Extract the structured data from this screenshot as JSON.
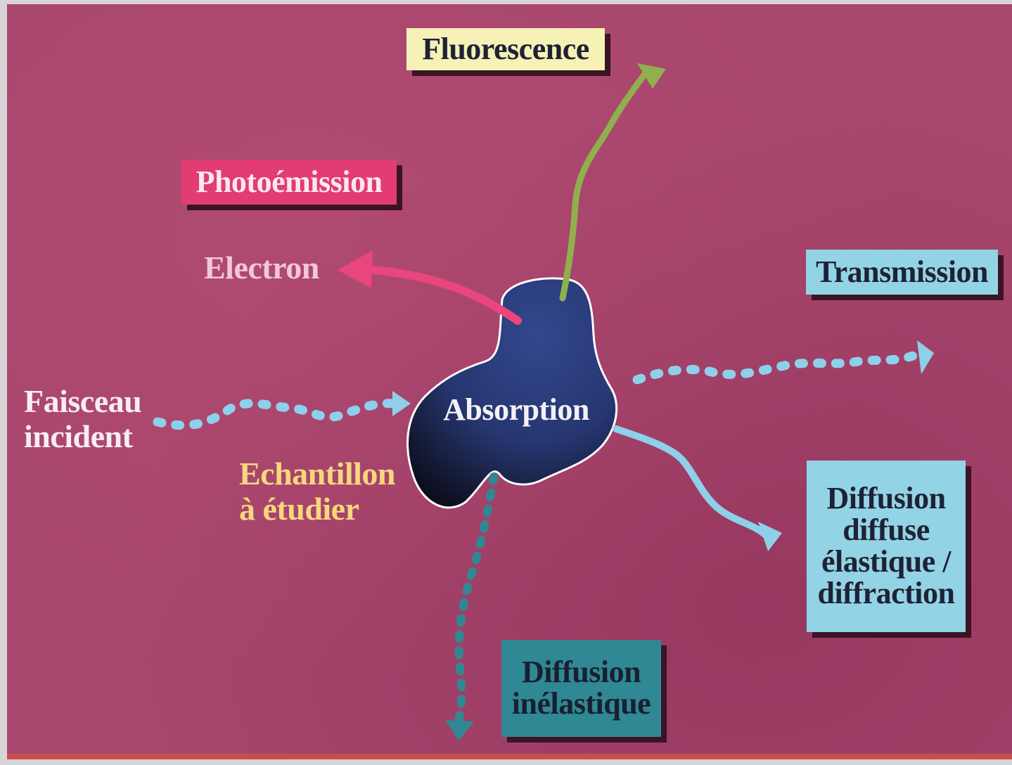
{
  "diagram": {
    "labels": {
      "fluorescence": "Fluorescence",
      "photoemission": "Photoémission",
      "electron": "Electron",
      "transmission": "Transmission",
      "faisceau_line1": "Faisceau",
      "faisceau_line2": "incident",
      "absorption": "Absorption",
      "echantillon_line1": "Echantillon",
      "echantillon_line2": "à étudier",
      "diffusion_elastique": [
        "Diffusion",
        "diffuse",
        "élastique /",
        "diffraction"
      ],
      "diffusion_inelastique": [
        "Diffusion",
        "inélastique"
      ]
    },
    "colors": {
      "background": "#a8466d",
      "sample": "#2b3b7a",
      "fluorescence_box": "#f6f1b6",
      "fluorescence_arrow": "#8fb04d",
      "photoemission_box": "#e33c72",
      "electron_arrow": "#e8467c",
      "beam_dots": "#8ed0ea",
      "diffuse_arrow": "#8ed0ea",
      "inelastic_box": "#2f8894",
      "inelastic_arrow": "#2f8894"
    }
  }
}
